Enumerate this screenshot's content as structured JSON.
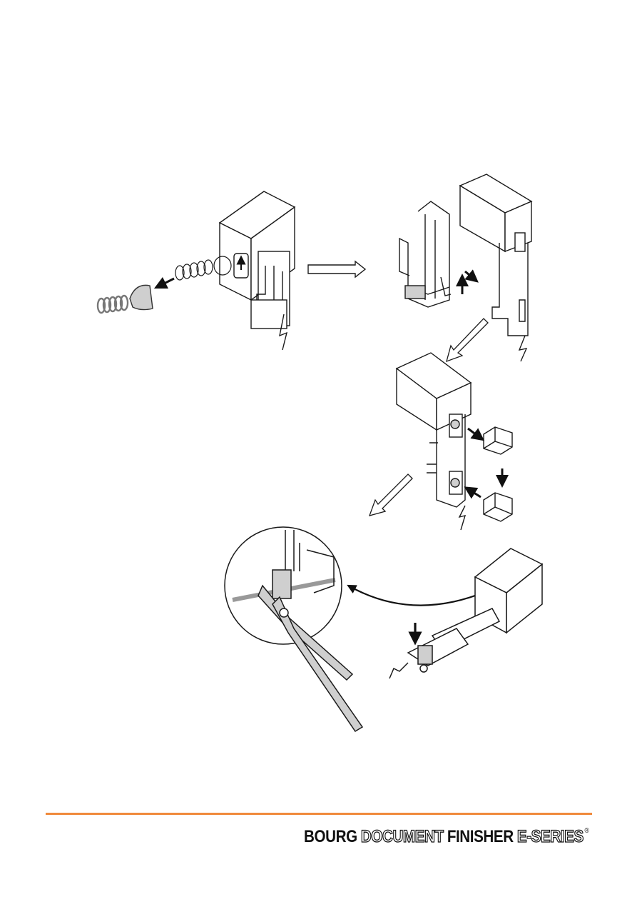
{
  "footer": {
    "brand_words": [
      {
        "text": "BOURG",
        "style": "solid"
      },
      {
        "text": "DOCUMENT",
        "style": "outline"
      },
      {
        "text": "FINISHER",
        "style": "solid"
      },
      {
        "text": "E-SERIES",
        "style": "outline"
      }
    ],
    "registered_mark": "®",
    "rule_color": "#f08a3c"
  },
  "colors": {
    "line": "#1a1a1a",
    "shade": "#cfcfcf",
    "arrow_fill": "#111111"
  }
}
